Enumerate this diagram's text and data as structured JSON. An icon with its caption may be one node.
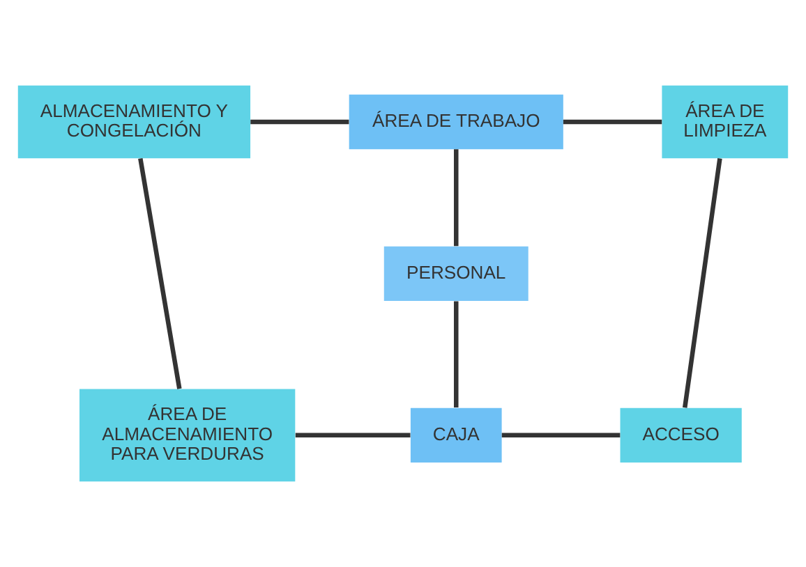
{
  "diagram": {
    "nodes": [
      {
        "text": [
          "ALMACENAMIENTO Y CONGELACIÓN"
        ]
      },
      {
        "text": [
          "ÁREA DE TRABAJO"
        ]
      },
      {
        "text": [
          "ÁREA DE LIMPIEZA"
        ]
      },
      {
        "text": [
          "PERSONAL"
        ]
      },
      {
        "text": [
          "ÁREA DE ALMACENAMIENTO PARA VERDURAS"
        ]
      },
      {
        "text": [
          "CAJA"
        ]
      },
      {
        "text": [
          "ACCESO"
        ]
      }
    ],
    "edges": [
      {
        "from": 0,
        "to": 1,
        "arrow": "none"
      },
      {
        "from": 1,
        "to": 2,
        "arrow": "none"
      },
      {
        "from": 1,
        "to": 3,
        "arrow": "none"
      },
      {
        "from": 0,
        "to": 4,
        "arrow": "none"
      },
      {
        "from": 2,
        "to": 6,
        "arrow": "none"
      },
      {
        "from": 3,
        "to": 5,
        "arrow": "none"
      },
      {
        "from": 4,
        "to": 5,
        "arrow": "none"
      },
      {
        "from": 5,
        "to": 6,
        "arrow": "none"
      }
    ]
  }
}
